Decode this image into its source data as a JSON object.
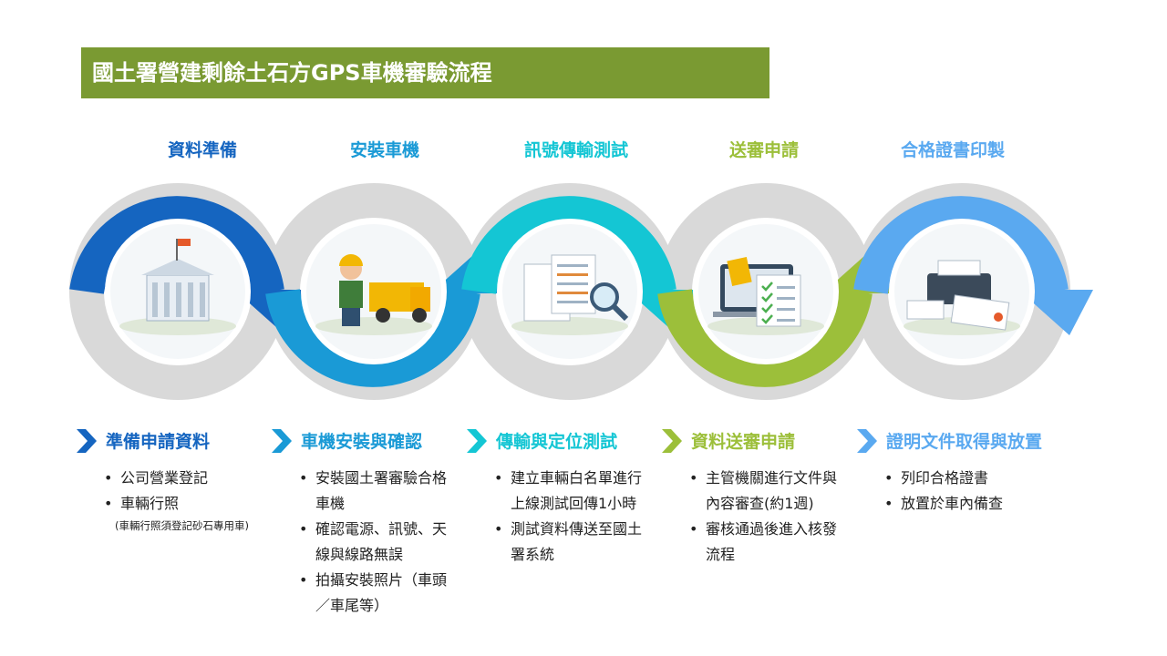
{
  "title": "國土署營建剩餘土石方GPS車機審驗流程",
  "colors": {
    "title_bar": "#7a9a32",
    "ring": "#d9d9d9"
  },
  "steps": [
    {
      "label": "資料準備",
      "color": "#1565c0",
      "heading": "準備申請資料",
      "icon": "government-building-icon",
      "direction": "top",
      "bullets": [
        "公司營業登記",
        "車輛行照"
      ],
      "note": "(車輛行照須登記砂石專用車)"
    },
    {
      "label": "安裝車機",
      "color": "#1a9ad6",
      "heading": "車機安裝與確認",
      "icon": "worker-truck-icon",
      "direction": "bottom",
      "bullets": [
        "安裝國土署審驗合格車機",
        "確認電源、訊號、天線與線路無誤",
        "拍攝安裝照片（車頭／車尾等）"
      ]
    },
    {
      "label": "訊號傳輸測試",
      "color": "#14c6d4",
      "heading": "傳輸與定位測試",
      "icon": "documents-magnifier-icon",
      "direction": "top",
      "bullets": [
        "建立車輛白名單進行上線測試回傳1小時",
        "測試資料傳送至國土署系統"
      ]
    },
    {
      "label": "送審申請",
      "color": "#9cbf3a",
      "heading": "資料送審申請",
      "icon": "laptop-checklist-icon",
      "direction": "bottom",
      "bullets": [
        "主管機關進行文件與內容審查(約1週)",
        "審核通過後進入核發流程"
      ]
    },
    {
      "label": "合格證書印製",
      "color": "#5aa9f0",
      "heading": "證明文件取得與放置",
      "icon": "printer-certificate-icon",
      "direction": "top",
      "bullets": [
        "列印合格證書",
        "放置於車內備查"
      ]
    }
  ]
}
